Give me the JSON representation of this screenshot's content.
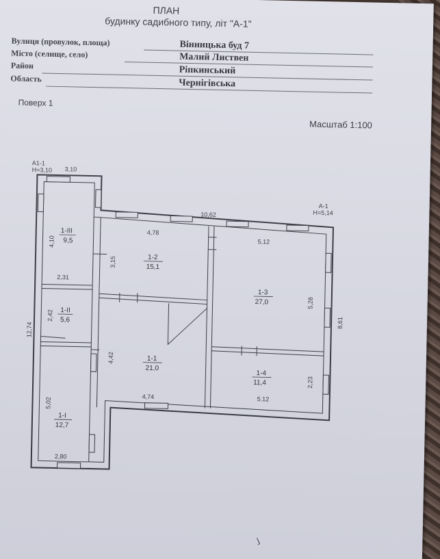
{
  "header": {
    "title": "ПЛАН",
    "subtitle": "будинку садибного типу, літ \"А-1\""
  },
  "fields": [
    {
      "label": "Вулиця (провулок, площа)",
      "value": "Вінницька   буд 7"
    },
    {
      "label": "Місто (селище, село)",
      "value": "Малий Листвен"
    },
    {
      "label": "Район",
      "value": "Ріпкинський"
    },
    {
      "label": "Область",
      "value": "Чернігівська"
    }
  ],
  "floor_label": "Поверх 1",
  "scale_label": "Масштаб 1:100",
  "plan": {
    "section_left": {
      "name": "А1-1",
      "height": "Н=3,10"
    },
    "section_right": {
      "name": "А-1",
      "height": "Н=5,14"
    },
    "dimensions": {
      "top_left_width": "3,10",
      "top_total": "10,62",
      "left_total": "12,74",
      "right_total": "8,61",
      "r12_width": "4,78",
      "r12_height": "3,15",
      "r13_width": "5,12",
      "r13_height": "5,28",
      "r1iii_height": "4,10",
      "r1ii_width": "2,31",
      "r1ii_height": "2,42",
      "r11_height": "4,42",
      "r11_width": "4,74",
      "r14_height": "2,23",
      "r14_width": "5.12",
      "r1i_height": "5,02",
      "r1i_width": "2,80"
    },
    "rooms": [
      {
        "id": "1-III",
        "area": "9,5"
      },
      {
        "id": "1-II",
        "area": "5,6"
      },
      {
        "id": "1-I",
        "area": "12,7"
      },
      {
        "id": "1-2",
        "area": "15,1"
      },
      {
        "id": "1-1",
        "area": "21,0"
      },
      {
        "id": "1-3",
        "area": "27,0"
      },
      {
        "id": "1-4",
        "area": "11,4"
      }
    ]
  },
  "colors": {
    "paper": "#dcdde6",
    "ink": "#262630",
    "wall": "#2a2a34"
  }
}
